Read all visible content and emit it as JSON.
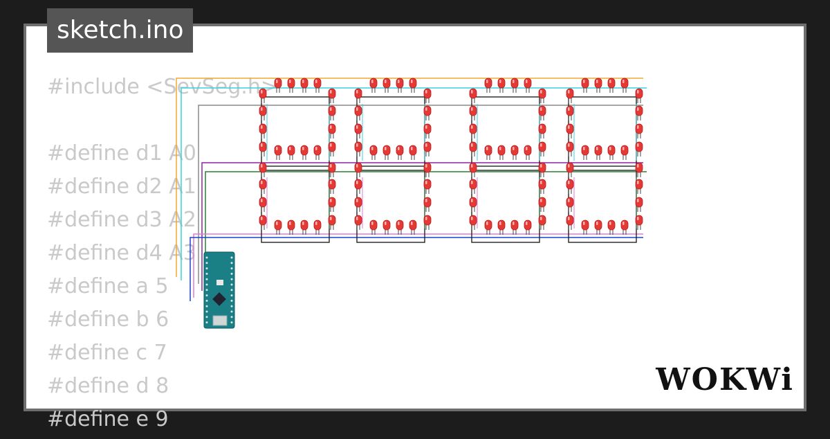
{
  "tab": {
    "title": "sketch.ino"
  },
  "code": {
    "lines": [
      "#include <SevSeg.h>",
      "",
      "#define d1 A0",
      "#define d2 A1",
      "#define d3 A2",
      "#define d4 A3",
      "#define a 5",
      "#define b 6",
      "#define c 7",
      "#define d 8",
      "#define e 9"
    ]
  },
  "brand": {
    "logo_text": "WOKWi"
  },
  "colors": {
    "background": "#1c1c1c",
    "card": "#ffffff",
    "card_border": "#6e6e6e",
    "tab_bg": "#555555",
    "code_text": "#c9c9c9",
    "led_red": "#e53935",
    "board_teal": "#1b7f86",
    "wire_orange": "#f0a830",
    "wire_cyan": "#38d0e0",
    "wire_gray": "#8a8a8a",
    "wire_purple": "#8e24aa",
    "wire_green": "#2e7d32",
    "wire_pink": "#e07ad6",
    "wire_blue": "#1e40d0"
  },
  "circuit": {
    "digits_count": 4,
    "board": "arduino-nano-icon"
  }
}
